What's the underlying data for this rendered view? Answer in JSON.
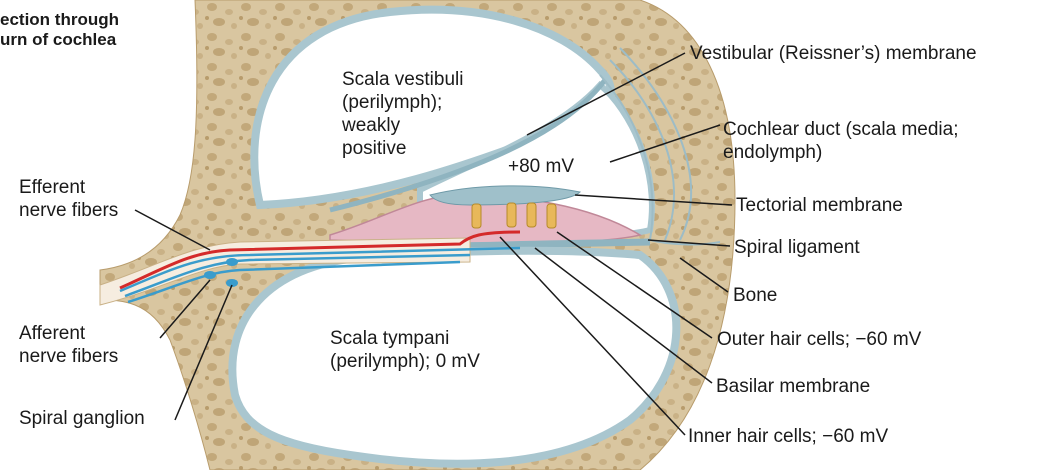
{
  "title": {
    "line1": "ection through",
    "line2": "urn of cochlea"
  },
  "regions": {
    "scala_vestibuli": [
      "Scala vestibuli",
      "(perilymph);",
      "weakly",
      "positive"
    ],
    "duct_potential": "+80 mV",
    "scala_tympani": [
      "Scala tympani",
      "(perilymph); 0 mV"
    ]
  },
  "labels": {
    "vestibular_membrane": "Vestibular (Reissner’s) membrane",
    "cochlear_duct": [
      "Cochlear duct (scala media;",
      "endolymph)"
    ],
    "tectorial_membrane": "Tectorial membrane",
    "spiral_ligament": "Spiral ligament",
    "bone": "Bone",
    "outer_hair_cells": "Outer hair cells; −60 mV",
    "basilar_membrane": "Basilar membrane",
    "inner_hair_cells": "Inner hair cells; −60 mV",
    "efferent": [
      "Efferent",
      "nerve fibers"
    ],
    "afferent": [
      "Afferent",
      "nerve fibers"
    ],
    "spiral_ganglion": "Spiral ganglion"
  },
  "colors": {
    "bone": "#d9c6a0",
    "bone_pores": "#bfa577",
    "perilymph": "#ffffff",
    "membrane": "#a9c6cf",
    "efferent_fiber": "#d42a2a",
    "afferent_fiber": "#3a9ccc",
    "organ_of_corti": "#e6b8c4",
    "hair_cells": "#e8b85a"
  }
}
